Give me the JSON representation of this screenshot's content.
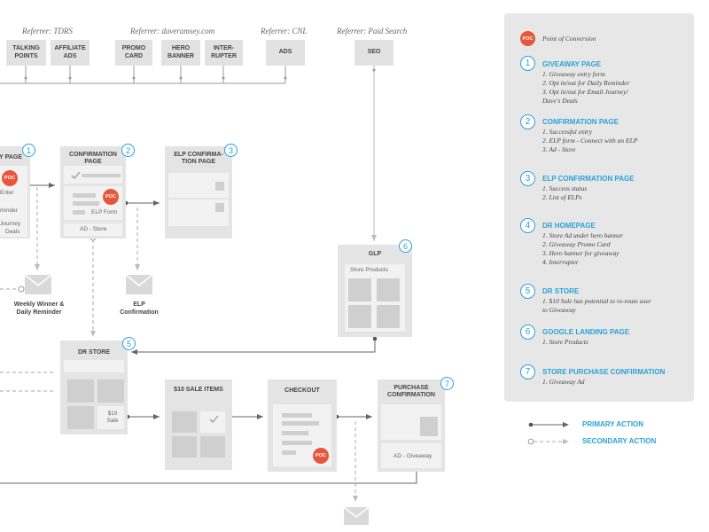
{
  "referrers": {
    "tdrs": "Referrer: TDRS",
    "daveramsey": "Referrer: daveramsey.com",
    "cnl": "Referrer: CNL",
    "paid_search": "Referrer: Paid Search"
  },
  "sources": {
    "talking_points": "TALKING POINTS",
    "affiliate_ads": "AFFILIATE ADS",
    "promo_card": "PROMO CARD",
    "hero_banner": "HERO BANNER",
    "interrupter": "INTER-RUPTER",
    "ads": "ADS",
    "seo": "SEO"
  },
  "giveaway": {
    "title": "Y PAGE",
    "number": "1",
    "poc": "POC",
    "rows": [
      "Enter",
      "minder",
      "Journey",
      "Deals"
    ]
  },
  "confirmation": {
    "title": "CONFIRMATION PAGE",
    "number": "2",
    "poc": "POC",
    "elp_form": "ELP Form",
    "ad_store": "AD - Store"
  },
  "elp_confirmation": {
    "title": "ELP CONFIRMA-TION PAGE",
    "number": "3"
  },
  "glp": {
    "title": "GLP",
    "number": "6",
    "store_products": "Store Products"
  },
  "emails": {
    "weekly": "Weekly Winner & Daily Reminder",
    "elp": "ELP Confirmation"
  },
  "dr_store": {
    "title": "DR STORE",
    "number": "5",
    "sale_label": "$10 Sale"
  },
  "sale_items": {
    "title": "$10 SALE ITEMS"
  },
  "checkout": {
    "title": "CHECKOUT",
    "poc": "POC"
  },
  "purchase_confirmation": {
    "title": "PURCHASE CONFIRMATION",
    "number": "7",
    "ad": "AD - Giveaway"
  },
  "legend": {
    "poc_badge": "POC",
    "poc_text": "Point of Conversion",
    "sections": [
      {
        "num": "1",
        "head": "GIVEAWAY PAGE",
        "items": [
          "1. Giveaway entry form",
          "2. Opt in/out for Daily Reminder",
          "3. Opt in/out for Email Journey/",
          "Dave's Deals"
        ]
      },
      {
        "num": "2",
        "head": "CONFIRMATION PAGE",
        "items": [
          "1. Successful entry",
          "2. ELP form - Connect with an ELP",
          "3. Ad - Store"
        ]
      },
      {
        "num": "3",
        "head": "ELP CONFIRMATION PAGE",
        "items": [
          "1. Success status",
          "2. List of ELPs"
        ]
      },
      {
        "num": "4",
        "head": "DR HOMEPAGE",
        "items": [
          "1. Store Ad under hero banner",
          "2. Giveaway Promo Card",
          "3. Hero banner for giveaway",
          "4. Interrupter"
        ]
      },
      {
        "num": "5",
        "head": "DR STORE",
        "items": [
          "1. $10 Sale has potential to re-route user",
          "to Giveaway"
        ]
      },
      {
        "num": "6",
        "head": "GOOGLE LANDING PAGE",
        "items": [
          "1. Store Products"
        ]
      },
      {
        "num": "7",
        "head": "STORE PURCHASE CONFIRMATION",
        "items": [
          "1. Giveaway Ad"
        ]
      }
    ]
  },
  "key": {
    "primary": "PRIMARY ACTION",
    "secondary": "SECONDARY ACTION"
  },
  "colors": {
    "accent": "#2aa1d8",
    "poc": "#e7553b",
    "card": "#e4e4e4",
    "block": "#cfcfcf",
    "line": "#888888"
  }
}
